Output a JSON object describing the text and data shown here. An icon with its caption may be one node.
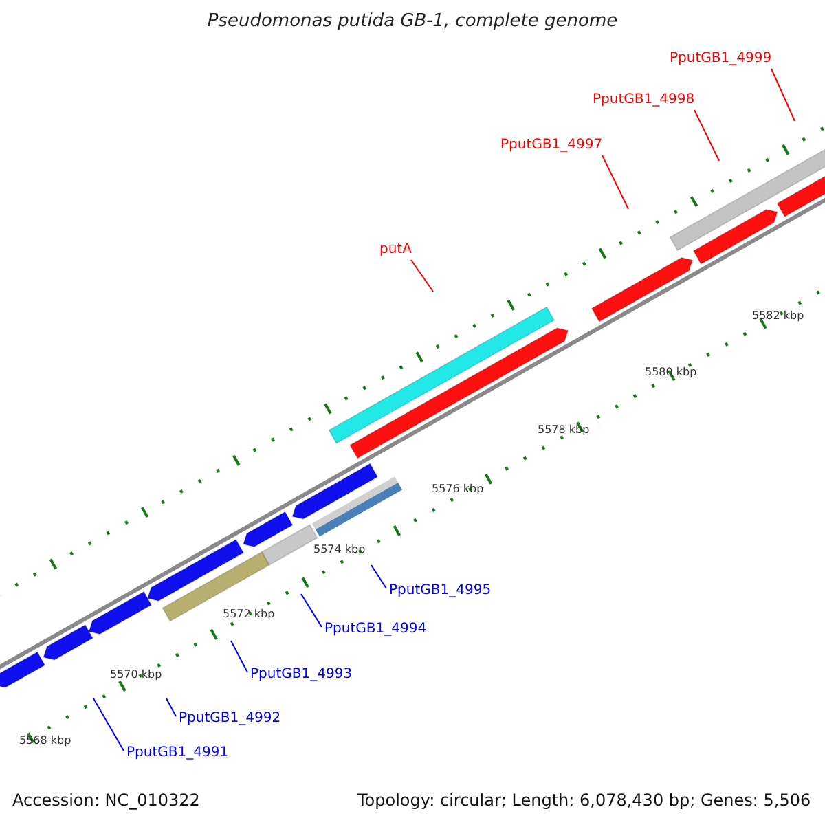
{
  "diagram": {
    "title": "Pseudomonas putida GB-1, complete genome",
    "nodes": [
      {
        "text": [
          "PputGB1_4999"
        ]
      },
      {
        "text": [
          "PputGB1_4998"
        ]
      },
      {
        "text": [
          "PputGB1_4997"
        ]
      },
      {
        "text": [
          "putA"
        ]
      },
      {
        "text": [
          "PputGB1_4995"
        ]
      },
      {
        "text": [
          "PputGB1_4994"
        ]
      },
      {
        "text": [
          "PputGB1_4993"
        ]
      },
      {
        "text": [
          "PputGB1_4992"
        ]
      },
      {
        "text": [
          "PputGB1_4991"
        ]
      }
    ],
    "edges": [
      {
        "from": 0,
        "to": null,
        "arrow": "none",
        "color": "#ff0000"
      },
      {
        "from": 1,
        "to": null,
        "arrow": "none",
        "color": "#ff0000"
      },
      {
        "from": 2,
        "to": null,
        "arrow": "none",
        "color": "#ff0000"
      },
      {
        "from": 3,
        "to": null,
        "arrow": "none",
        "color": "#ff0000"
      },
      {
        "from": 4,
        "to": null,
        "arrow": "none"
      },
      {
        "from": 5,
        "to": null,
        "arrow": "none"
      },
      {
        "from": 6,
        "to": null,
        "arrow": "none"
      },
      {
        "from": 7,
        "to": null,
        "arrow": "none"
      },
      {
        "from": 8,
        "to": null,
        "arrow": "none"
      }
    ],
    "labels": [
      "5582 kbp",
      "5580 kbp",
      "5578 kbp",
      "5576 kbp",
      "5574 kbp",
      "5572 kbp",
      "5570 kbp",
      "5568 kbp",
      "Accession: NC_010322",
      "Topology: circular; Length: 6,078,430 bp; Genes: 5,506"
    ]
  }
}
